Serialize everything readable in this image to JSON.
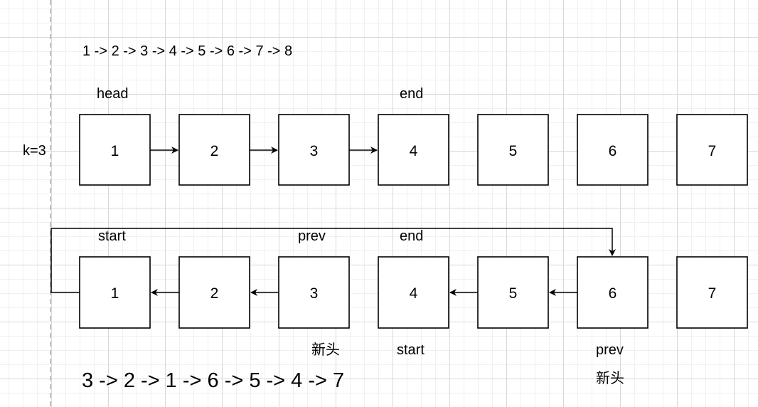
{
  "top_sequence": "1 -> 2 -> 3 -> 4 -> 5 -> 6 -> 7 -> 8",
  "k_label": "k=3",
  "row1": {
    "nodes": [
      "1",
      "2",
      "3",
      "4",
      "5",
      "6",
      "7"
    ],
    "labels": {
      "head": "head",
      "end": "end"
    }
  },
  "row2": {
    "nodes": [
      "1",
      "2",
      "3",
      "4",
      "5",
      "6",
      "7"
    ],
    "labels": {
      "start": "start",
      "prev": "prev",
      "end": "end",
      "new_head_1": "新头",
      "start_2": "start",
      "prev_2": "prev",
      "new_head_2": "新头"
    }
  },
  "result_sequence": "3 -> 2 -> 1 -> 6 -> 5 -> 4 -> 7"
}
